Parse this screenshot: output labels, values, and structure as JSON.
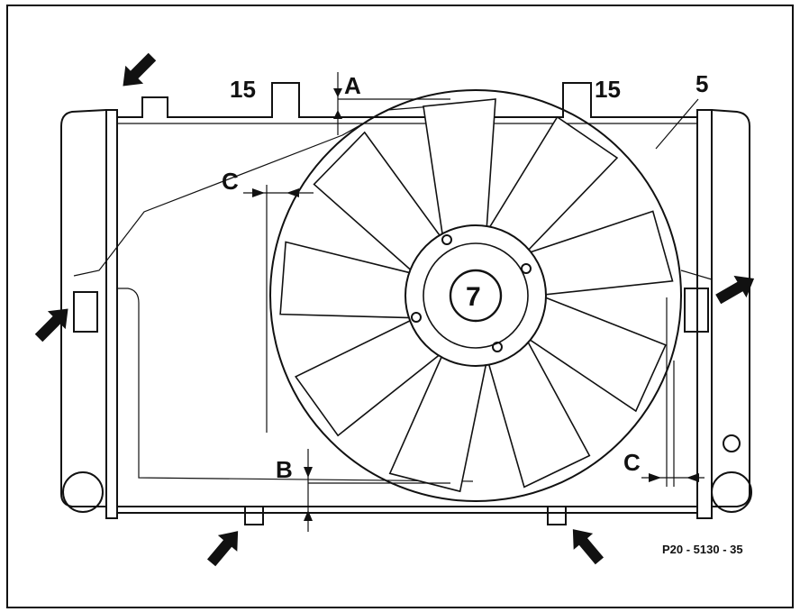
{
  "labels": {
    "dim_a": "A",
    "dim_b": "B",
    "dim_c_top": "C",
    "dim_c_bottom": "C",
    "mount_left": "15",
    "mount_right": "15",
    "shroud": "5",
    "fan": "7"
  },
  "reference_code": "P20 - 5130 - 35",
  "colors": {
    "ink": "#111111",
    "paper": "#ffffff"
  }
}
